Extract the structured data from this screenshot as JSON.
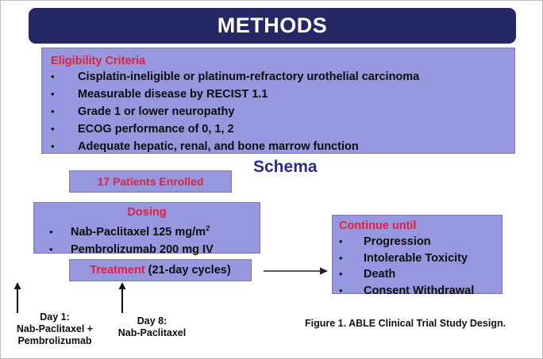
{
  "slide": {
    "title": "METHODS",
    "schema_heading": "Schema",
    "figure_caption": "Figure 1. ABLE Clinical Trial Study Design."
  },
  "colors": {
    "title_bar": "#262765",
    "panel_fill": "#9797e0",
    "panel_border": "#7b7ba3",
    "heading_red": "#e1213b",
    "schema_blue": "#2b2b8c",
    "body_black": "#0d0d0d",
    "slide_background": "#ffffff"
  },
  "eligibility": {
    "title": "Eligibility Criteria",
    "bullet_glyph": "•",
    "items": [
      "Cisplatin-ineligible or platinum-refractory urothelial carcinoma",
      "Measurable disease by RECIST 1.1",
      "Grade 1 or lower neuropathy",
      "ECOG performance of 0, 1, 2",
      "Adequate hepatic, renal, and bone marrow function"
    ]
  },
  "enrolled": {
    "label": "17 Patients Enrolled",
    "count": 17
  },
  "dosing": {
    "title": "Dosing",
    "bullet_glyph": "•",
    "items": [
      {
        "drug": "Nab-Paclitaxel",
        "dose": "125 mg/m",
        "exponent": "2"
      },
      {
        "drug": "Pembrolizumab",
        "dose": "200 mg IV",
        "exponent": ""
      }
    ]
  },
  "treatment": {
    "label_red": "Treatment",
    "label_black": " (21-day cycles)"
  },
  "continue_until": {
    "title": "Continue until",
    "bullet_glyph": "•",
    "items": [
      "Progression",
      "Intolerable Toxicity",
      "Death",
      "Consent Withdrawal"
    ]
  },
  "day_notes": [
    {
      "day": "Day 1:",
      "line2": "Nab-Paclitaxel +",
      "line3": "Pembrolizumab"
    },
    {
      "day": "Day 8:",
      "line2": "Nab-Paclitaxel",
      "line3": ""
    }
  ]
}
